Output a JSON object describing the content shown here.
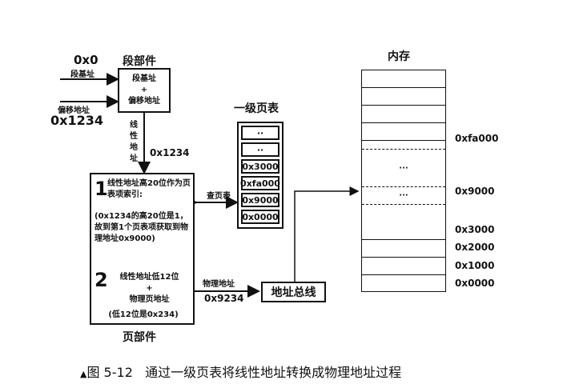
{
  "segment": {
    "title": "段部件",
    "base_value": "0x0",
    "base_label": "段基址",
    "offset_label": "偏移地址",
    "offset_value": "0x1234",
    "box_line1": "段基址",
    "box_plus": "+",
    "box_line2": "偏移地址"
  },
  "linear": {
    "label_chars": [
      "线",
      "性",
      "地",
      "址"
    ],
    "value": "0x1234"
  },
  "page_unit": {
    "title": "页部件",
    "step1_num": "1",
    "step1_text": "线性地址高20位作为页表项索引:",
    "step1_detail": "(0x1234的高20位是1，故到第1个页表项获取到物理地址0x9000)",
    "step2_num": "2",
    "step2_line1": "线性地址低12位",
    "step2_plus": "+",
    "step2_line2": "物理页地址",
    "step2_detail": "(低12位是0x234)"
  },
  "page_table": {
    "title": "一级页表",
    "lookup_label": "查页表",
    "entries": [
      "··",
      "··",
      "0x3000",
      "0xfa000",
      "0x9000",
      "0x0000"
    ]
  },
  "physical": {
    "label": "物理地址",
    "value": "0x9234"
  },
  "bus": {
    "label": "地址总线"
  },
  "memory": {
    "title": "内存",
    "ellipsis": "···",
    "addresses": [
      "0xfa000",
      "0x9000",
      "0x3000",
      "0x2000",
      "0x1000",
      "0x0000"
    ]
  },
  "caption": {
    "marker": "▲",
    "figure": "图 5-12",
    "text": "通过一级页表将线性地址转换成物理地址过程"
  }
}
